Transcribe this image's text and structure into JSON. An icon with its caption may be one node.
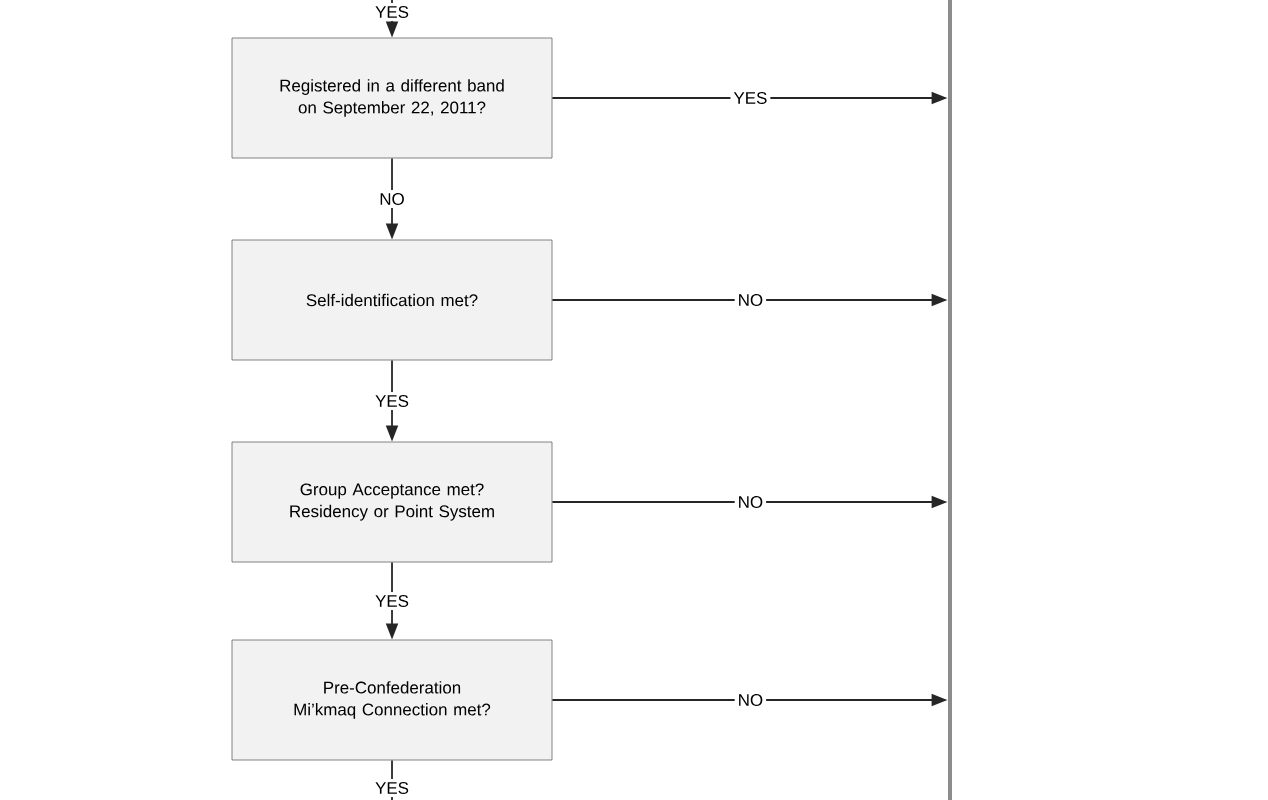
{
  "diagram": {
    "nodes": [
      {
        "text": [
          "Registered in a different band on September 22, 2011?"
        ]
      },
      {
        "text": [
          "Self-identification met?"
        ]
      },
      {
        "text": [
          "Group Acceptance met? Residency or Point System"
        ]
      },
      {
        "text": [
          "Pre-Confederation Mi’kmaq Connection met?"
        ]
      },
      {
        "text": [],
        "shape": "bar"
      }
    ],
    "edges": [
      {
        "from": null,
        "to": 0,
        "arrow": "to",
        "label": "YES"
      },
      {
        "from": 0,
        "to": 4,
        "arrow": "to",
        "label": "YES"
      },
      {
        "from": 0,
        "to": 1,
        "arrow": "to",
        "label": "NO"
      },
      {
        "from": 1,
        "to": 4,
        "arrow": "to",
        "label": "NO"
      },
      {
        "from": 1,
        "to": 2,
        "arrow": "to",
        "label": "YES"
      },
      {
        "from": 2,
        "to": 4,
        "arrow": "to",
        "label": "NO"
      },
      {
        "from": 2,
        "to": 3,
        "arrow": "to",
        "label": "YES"
      },
      {
        "from": 3,
        "to": 4,
        "arrow": "to",
        "label": "NO"
      },
      {
        "from": 3,
        "to": null,
        "arrow": "none",
        "label": "YES"
      }
    ]
  }
}
